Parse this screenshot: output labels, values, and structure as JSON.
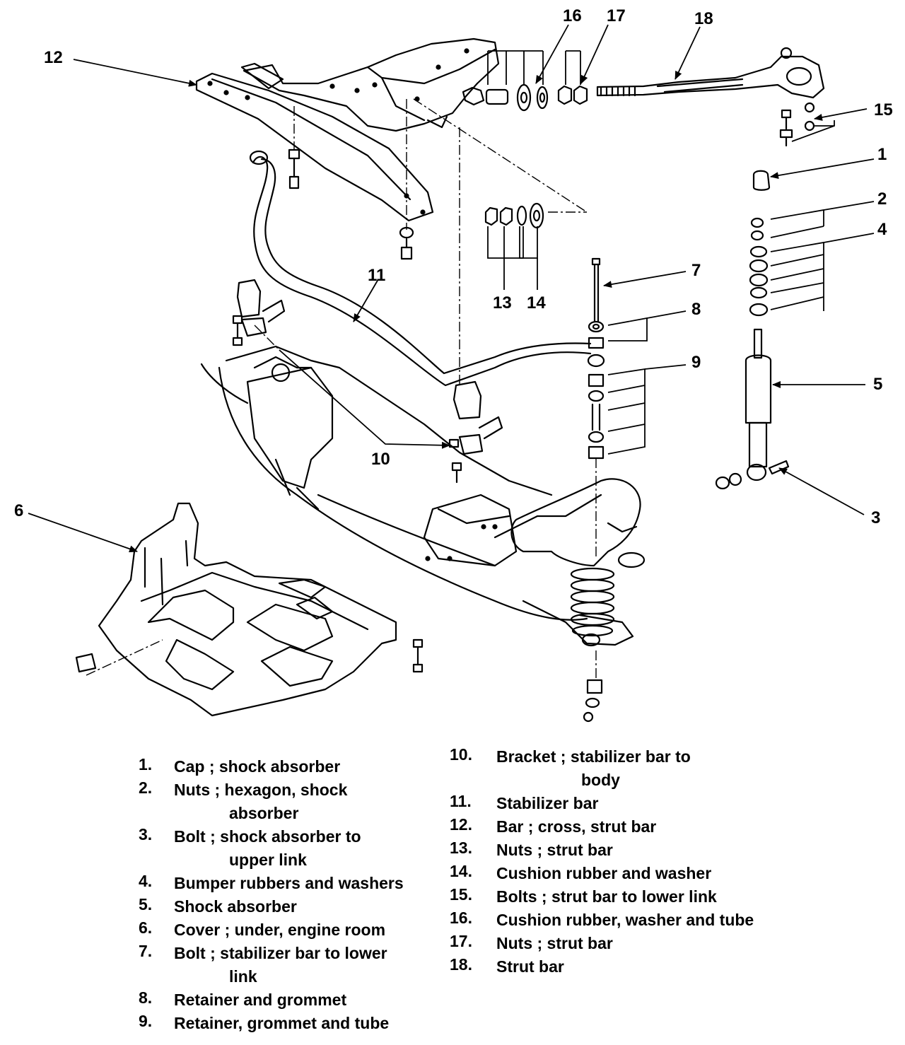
{
  "callouts": [
    "1",
    "2",
    "3",
    "4",
    "5",
    "6",
    "7",
    "8",
    "9",
    "10",
    "11",
    "12",
    "13",
    "14",
    "15",
    "16",
    "17",
    "18"
  ],
  "legend": [
    {
      "num": "1.",
      "lines": [
        "Cap ; shock absorber"
      ]
    },
    {
      "num": "2.",
      "lines": [
        "Nuts ; hexagon, shock",
        "absorber"
      ]
    },
    {
      "num": "3.",
      "lines": [
        "Bolt ; shock absorber to",
        "upper link"
      ]
    },
    {
      "num": "4.",
      "lines": [
        "Bumper rubbers and washers"
      ]
    },
    {
      "num": "5.",
      "lines": [
        "Shock absorber"
      ]
    },
    {
      "num": "6.",
      "lines": [
        "Cover ; under, engine room"
      ]
    },
    {
      "num": "7.",
      "lines": [
        "Bolt ; stabilizer bar to lower",
        "link"
      ]
    },
    {
      "num": "8.",
      "lines": [
        "Retainer and grommet"
      ]
    },
    {
      "num": "9.",
      "lines": [
        "Retainer, grommet and tube"
      ]
    },
    {
      "num": "10.",
      "lines": [
        "Bracket ; stabilizer bar to",
        "body"
      ]
    },
    {
      "num": "11.",
      "lines": [
        "Stabilizer bar"
      ]
    },
    {
      "num": "12.",
      "lines": [
        "Bar ; cross, strut bar"
      ]
    },
    {
      "num": "13.",
      "lines": [
        "Nuts ; strut bar"
      ]
    },
    {
      "num": "14.",
      "lines": [
        "Cushion rubber and washer"
      ]
    },
    {
      "num": "15.",
      "lines": [
        "Bolts ; strut bar to lower link"
      ]
    },
    {
      "num": "16.",
      "lines": [
        "Cushion rubber, washer and tube"
      ]
    },
    {
      "num": "17.",
      "lines": [
        "Nuts ; strut bar"
      ]
    },
    {
      "num": "18.",
      "lines": [
        "Strut bar"
      ]
    }
  ]
}
